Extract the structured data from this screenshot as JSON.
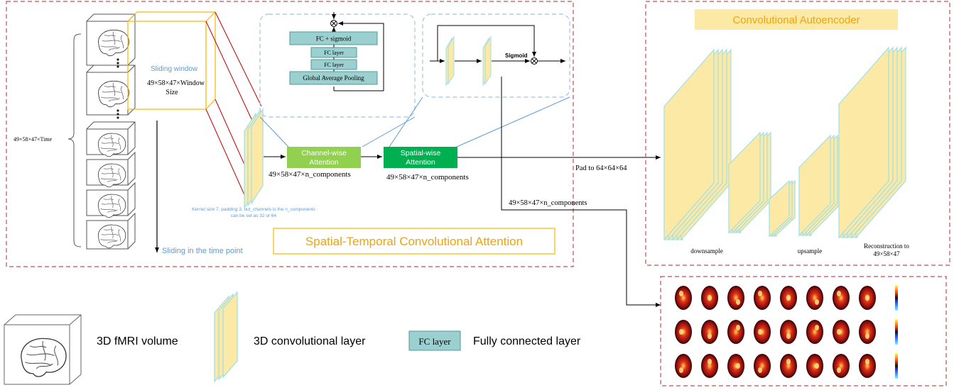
{
  "colors": {
    "dashed_red": "#c0504d",
    "dashed_blue": "#9dc3e6",
    "orange": "#f5b800",
    "conv_fill": "#fde9a6",
    "conv_edge": "#9fe0e8",
    "fc_fill": "#9ccfcf",
    "fc_edge": "#4f9a9a",
    "channel_green": "#92d050",
    "spatial_green": "#00b050",
    "blue_text": "#5b9bd5",
    "title_orange": "#f0a30a",
    "red_line": "#c00000"
  },
  "left_panel": {
    "total_dims": "49×58×47×Time",
    "window_label": "Sliding window",
    "window_dims_line1": "49×58×47×Window",
    "window_dims_line2": "Size",
    "sliding_time": "Sliding in the time point",
    "kernel_line1": "Kernel size 7, padding 3, out_channels is the n_components",
    "kernel_line2": "can be set as 32 or 64",
    "title": "Spatial-Temporal Convolutional Attention"
  },
  "channel_detail": {
    "fc_sigmoid": "FC + sigmoid",
    "fc_layer_1": "FC layer",
    "fc_layer_2": "FC layer",
    "gap": "Global Average Pooling"
  },
  "spatial_detail": {
    "sigmoid": "Sigmoid"
  },
  "blocks": {
    "channel_line1": "Channel-wise",
    "channel_line2": "Attention",
    "spatial_line1": "Spatial-wise",
    "spatial_line2": "Attention",
    "channel_dims": "49×58×47×n_components",
    "spatial_dims": "49×58×47×n_components",
    "branch_dims": "49×58×47×n_components",
    "pad": "Pad to 64×64×64"
  },
  "autoencoder": {
    "title": "Convolutional Autoencoder",
    "downsample": "downsample",
    "upsample": "upsample",
    "recon_line1": "Reconstruction to",
    "recon_line2": "49×58×47"
  },
  "legend": {
    "fmri": "3D fMRI volume",
    "conv": "3D convolutional layer",
    "fc_box": "FC layer",
    "fc": "Fully connected layer"
  }
}
